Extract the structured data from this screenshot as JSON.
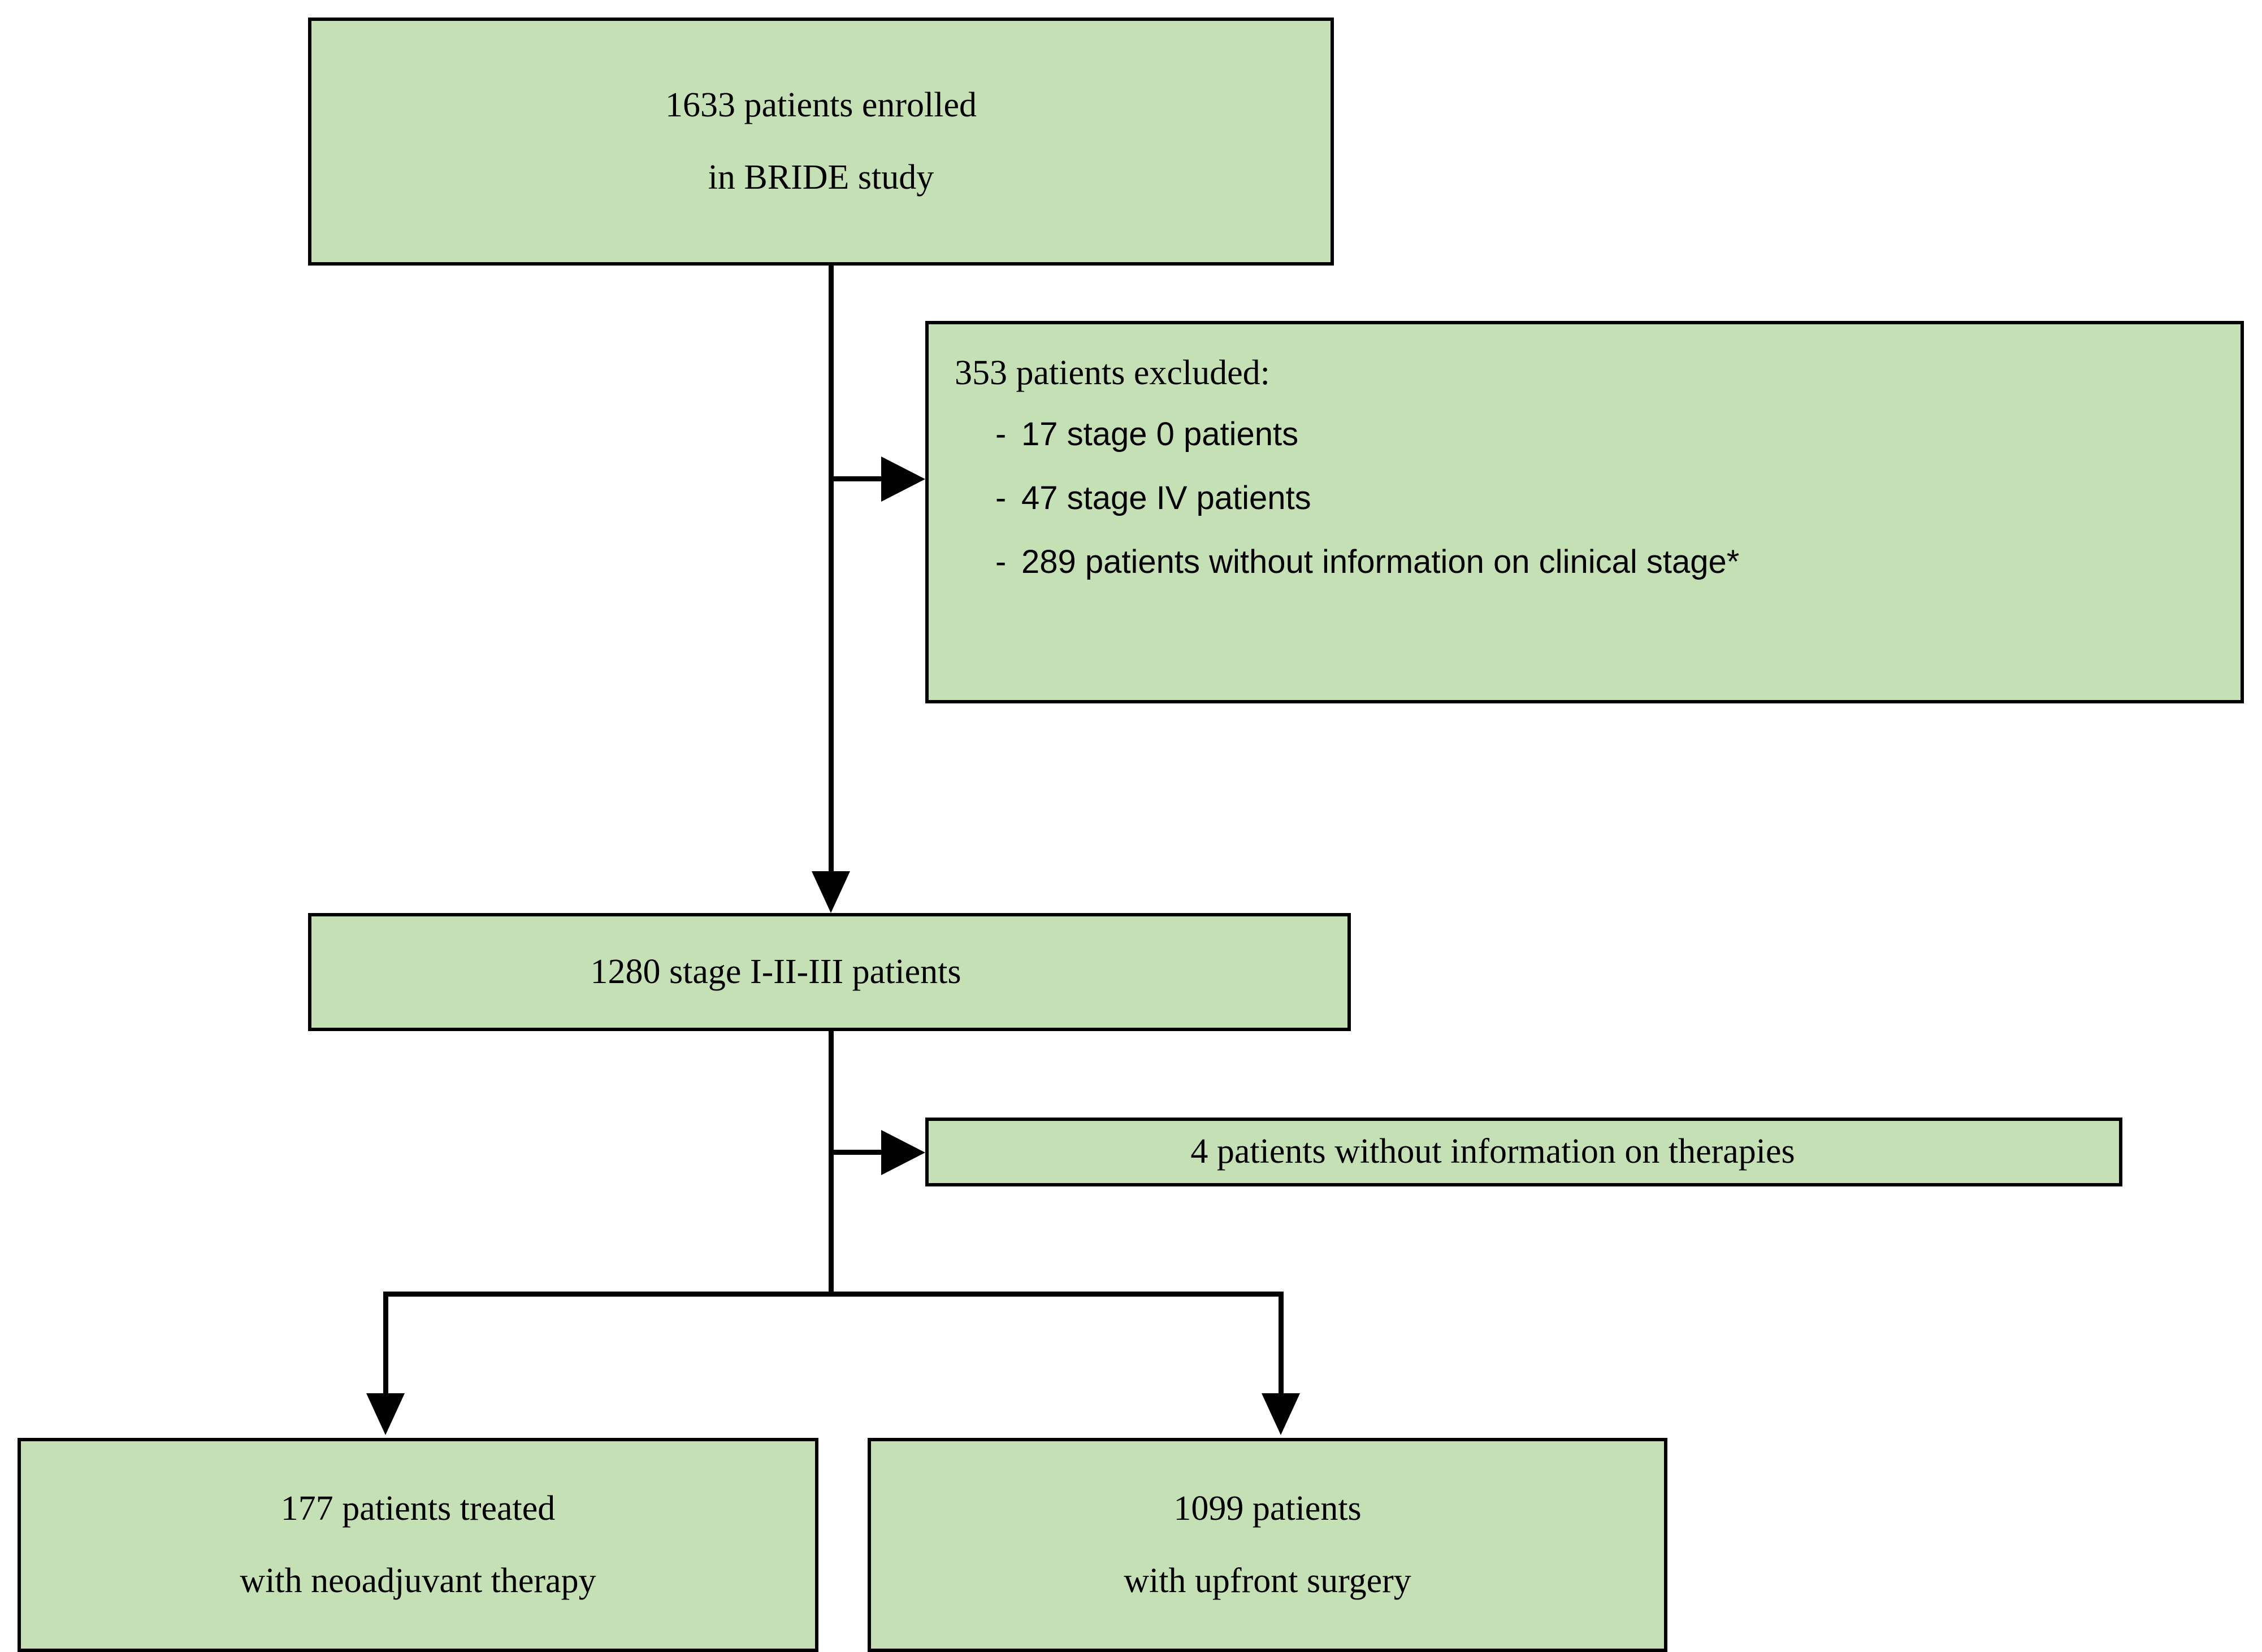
{
  "diagram": {
    "type": "flowchart",
    "title": "BRIDE study patient selection flow",
    "colors": {
      "node_fill": "#C5E0B4",
      "node_border": "#000000",
      "connector": "#000000",
      "text": "#000000",
      "background": "#FFFFFF"
    },
    "nodes": {
      "enrolled": {
        "lines": [
          "1633 patients enrolled",
          "in BRIDE study"
        ],
        "count": 1633
      },
      "excluded": {
        "heading": "353 patients excluded:",
        "count": 353,
        "bullets": [
          {
            "marker": "-",
            "text": "17 stage 0 patients",
            "count": 17
          },
          {
            "marker": "-",
            "text": "47 stage IV patients",
            "count": 47
          },
          {
            "marker": "-",
            "text": "289 patients without information on clinical stage*",
            "count": 289
          }
        ]
      },
      "stage": {
        "lines": [
          "1280 stage I-II-III patients"
        ],
        "count": 1280
      },
      "no_therapy_info": {
        "lines": [
          "4 patients without information on therapies"
        ],
        "count": 4
      },
      "neoadjuvant": {
        "lines": [
          "177 patients treated",
          "with neoadjuvant therapy"
        ],
        "count": 177
      },
      "upfront_surgery": {
        "lines": [
          "1099 patients",
          "with upfront surgery"
        ],
        "count": 1099
      }
    },
    "edges": [
      {
        "from": "enrolled",
        "to": "stage",
        "kind": "arrow-down"
      },
      {
        "from": "enrolled",
        "to": "excluded",
        "kind": "arrow-right"
      },
      {
        "from": "stage",
        "to": "no_therapy_info",
        "kind": "arrow-right"
      },
      {
        "from": "stage",
        "to": "neoadjuvant",
        "kind": "arrow-down-split-left"
      },
      {
        "from": "stage",
        "to": "upfront_surgery",
        "kind": "arrow-down-split-right"
      }
    ]
  }
}
